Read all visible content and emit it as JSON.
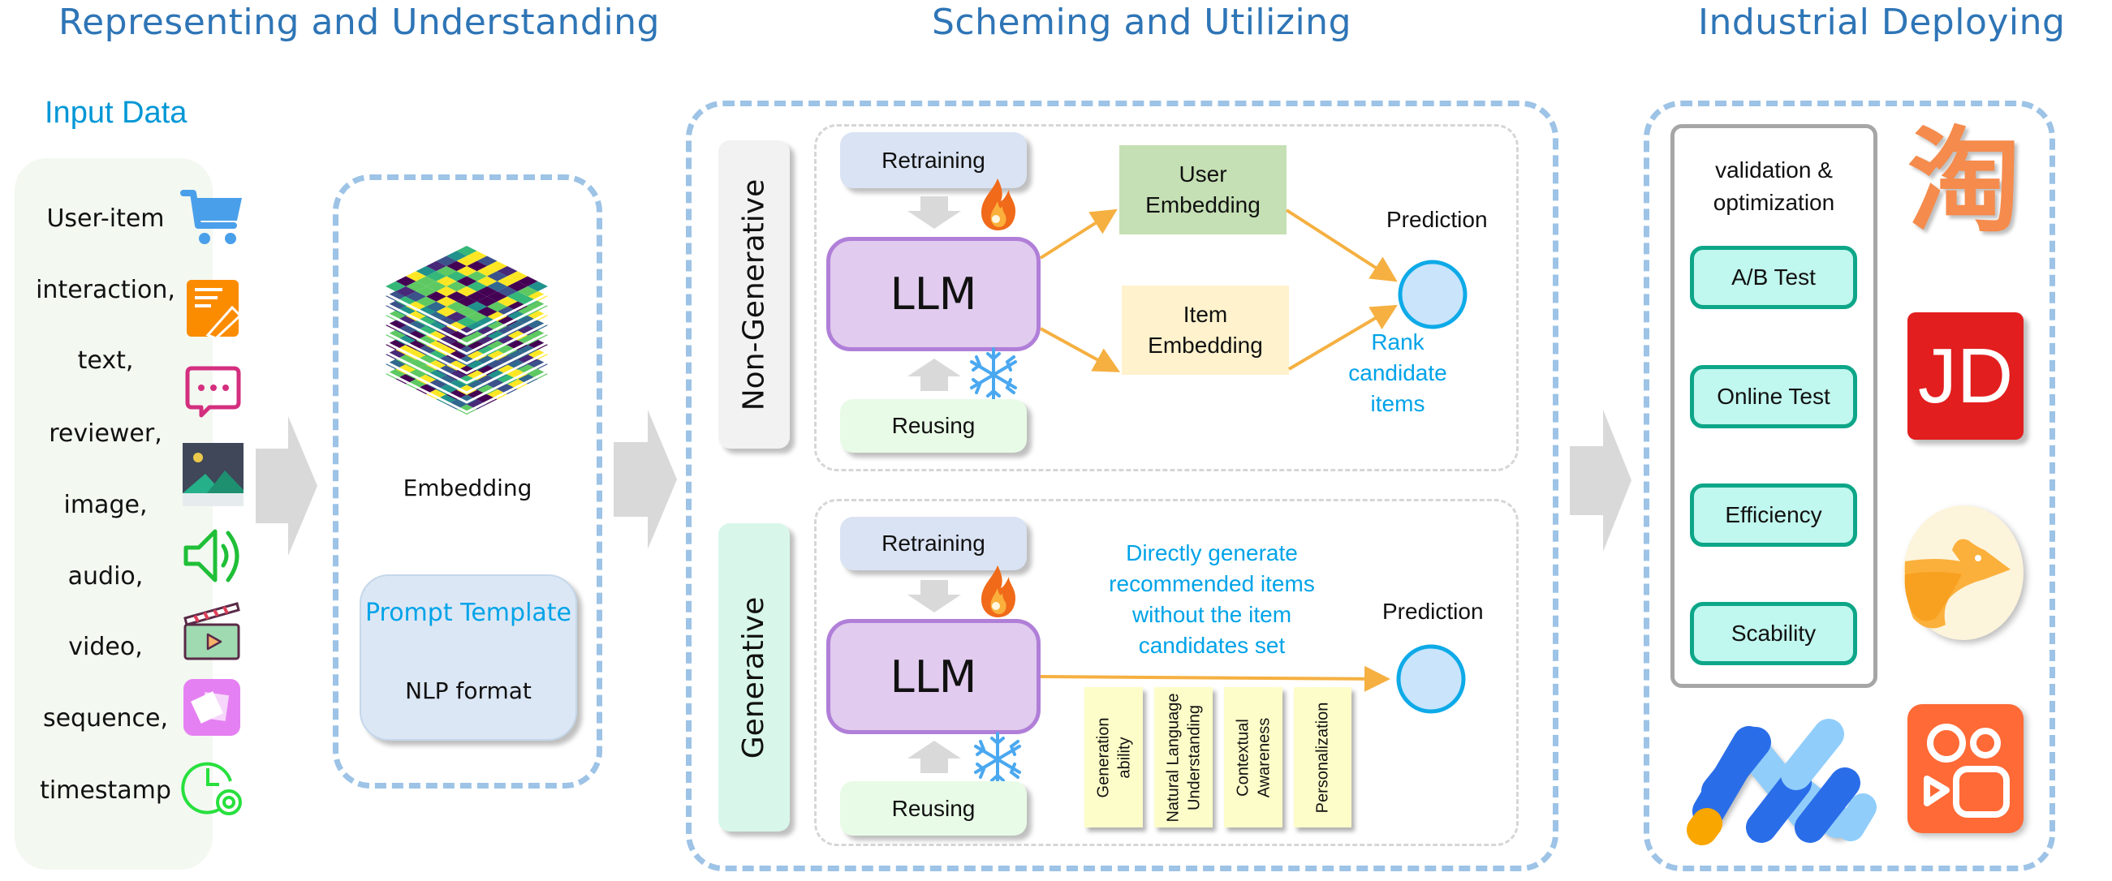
{
  "sections": {
    "representing": "Representing and Understanding",
    "scheming": "Scheming and Utilizing",
    "deploying": "Industrial Deploying"
  },
  "input": {
    "title": "Input Data",
    "items": [
      {
        "label": "User-item",
        "icon": "shopping-cart-icon",
        "color": "#4a9fea"
      },
      {
        "label": "interaction,",
        "icon": "note-pencil-icon",
        "color": "#fb8c00"
      },
      {
        "label": "text,",
        "icon": "chat-bubble-icon",
        "color": "#d42f7f"
      },
      {
        "label": "reviewer,",
        "icon": "image-icon",
        "color": "#3f4759"
      },
      {
        "label": "image,",
        "icon": "speaker-icon",
        "color": "#1fbf38"
      },
      {
        "label": "audio,",
        "icon": "clapperboard-icon",
        "color": "#a0dab0"
      },
      {
        "label": "video,",
        "icon": "cards-icon",
        "color": "#e580f2"
      },
      {
        "label": "sequence,",
        "icon": "clock-icon",
        "color": "#27e03d"
      },
      {
        "label": "timestamp"
      }
    ]
  },
  "representation": {
    "embedding_label": "Embedding",
    "prompt_title": "Prompt Template",
    "prompt_format": "NLP format"
  },
  "non_generative": {
    "label": "Non-Generative",
    "retraining": "Retraining",
    "llm": "LLM",
    "reusing": "Reusing",
    "user_embedding_1": "User",
    "user_embedding_2": "Embedding",
    "item_embedding_1": "Item",
    "item_embedding_2": "Embedding",
    "prediction": "Prediction",
    "rank_1": "Rank",
    "rank_2": "candidate",
    "rank_3": "items"
  },
  "generative": {
    "label": "Generative",
    "retraining": "Retraining",
    "llm": "LLM",
    "reusing": "Reusing",
    "direct_1": "Directly generate",
    "direct_2": "recommended items",
    "direct_3": "without the item",
    "direct_4": "candidates set",
    "prediction": "Prediction",
    "capabilities": [
      {
        "line1": "Generation",
        "line2": "ability"
      },
      {
        "line1": "Natural Language",
        "line2": "Understanding"
      },
      {
        "line1": "Contextual",
        "line2": "Awareness"
      },
      {
        "line1": "Personalization",
        "line2": ""
      }
    ]
  },
  "deployment": {
    "validation_1": "validation &",
    "validation_2": "optimization",
    "tests": [
      "A/B Test",
      "Online Test",
      "Efficiency",
      "Scability"
    ],
    "logos": {
      "taobao_glyph": "淘",
      "jd_text": "JD",
      "taobao": "taobao-logo-icon",
      "jd": "jd-logo-icon",
      "fliggy": "fliggy-logo-icon",
      "kuaishou": "kuaishou-logo-icon",
      "stripes": "stripes-logo-icon"
    }
  },
  "colors": {
    "title_blue": "#2e75b6",
    "accent_cyan": "#00a3e8",
    "dash_blue": "#9dc3e6",
    "arrow_orange": "#f5b041",
    "llm_fill": "#e1cbee",
    "llm_border": "#b07fd8",
    "user_emb": "#c5e0b4",
    "item_emb": "#fff2cc",
    "test_fill": "#c0f7ee",
    "test_border": "#0da688"
  }
}
